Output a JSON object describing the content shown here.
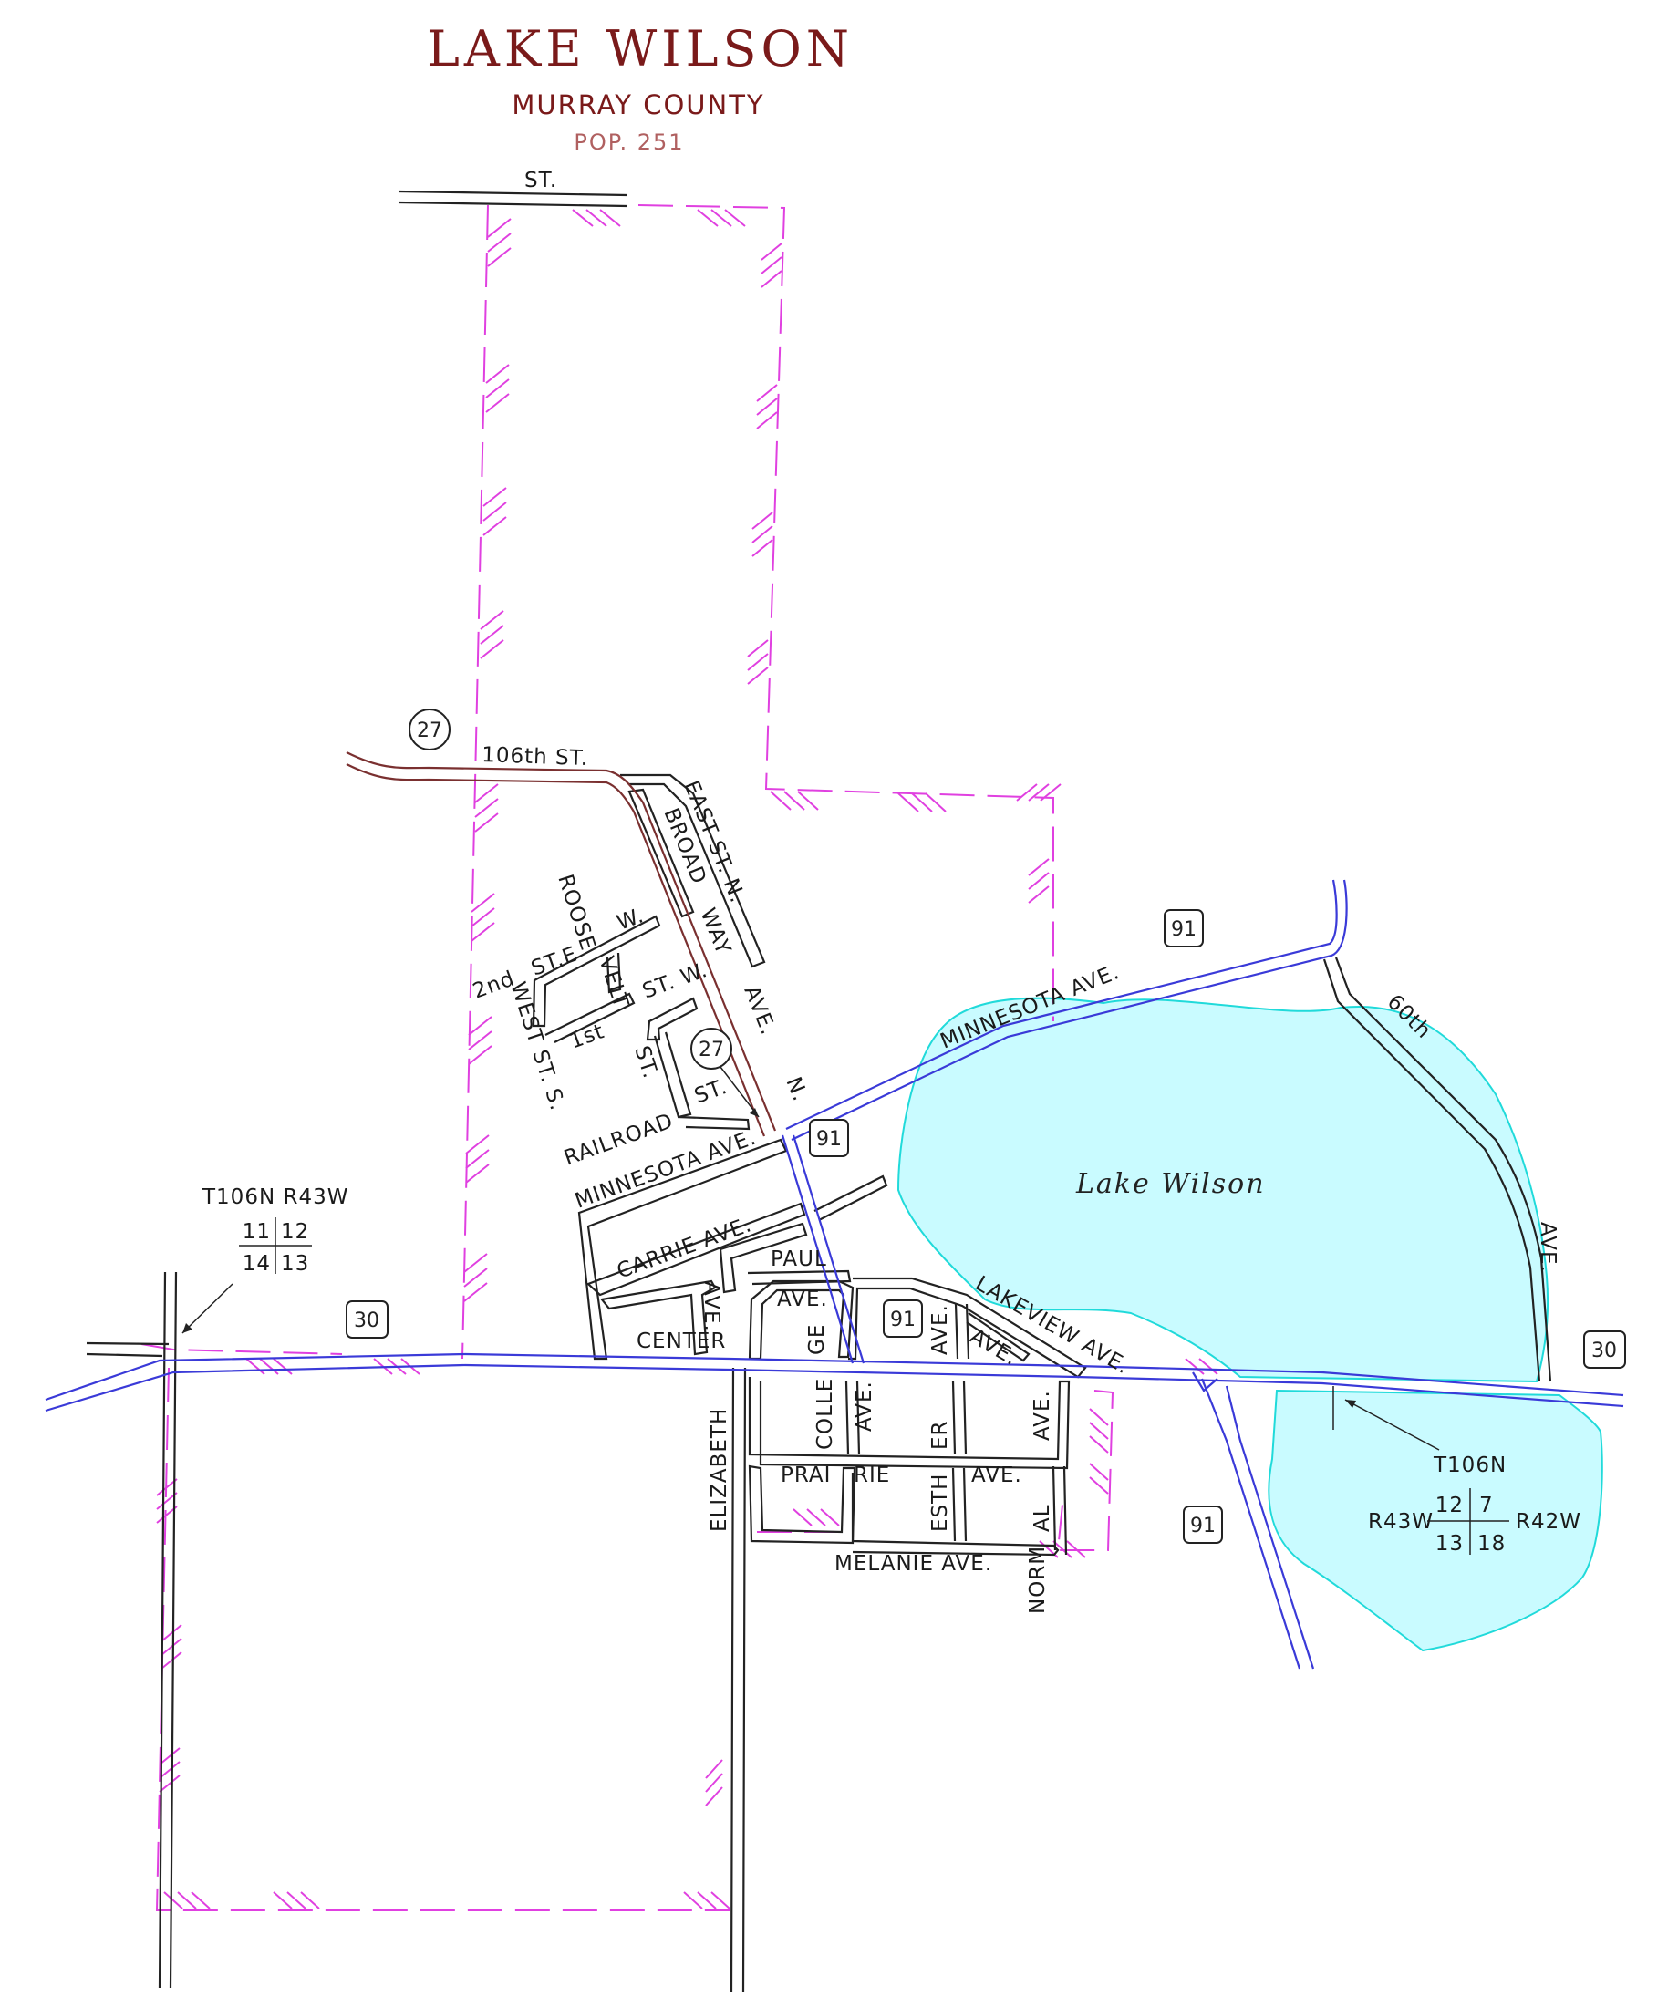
{
  "header": {
    "title": "LAKE WILSON",
    "county": "MURRAY COUNTY",
    "population": "POP. 251"
  },
  "colors": {
    "title": "#7a1a1a",
    "county": "#7a1a1a",
    "population": "#b06060",
    "local_road": "#222222",
    "state_highway": "#3a3ad8",
    "county_road": "#7a3030",
    "corporate_limit": "#e040e0",
    "water_fill": "#c9fbff",
    "water_edge": "#20dada"
  },
  "streets": {
    "st_top": "ST.",
    "st_106th": "106th ST.",
    "east_st_n": "EAST ST. N.",
    "broad": "BROAD",
    "way": "WAY",
    "roose": "ROOSE",
    "velt": "VELT",
    "w": "W.",
    "second_st": "2nd",
    "st_e": "ST.E",
    "first": "1st",
    "st_w": "ST. W.",
    "ave_n_1": "AVE.",
    "ave_n_2": "N.",
    "west_st_s": "WEST ST. S.",
    "st_rail": "ST.",
    "railroad": "RAILROAD",
    "st_27": "ST.",
    "minnesota_w": "MINNESOTA AVE.",
    "minnesota_e": "MINNESOTA AVE.",
    "carrie": "CARRIE AVE.",
    "paul": "PAUL",
    "ave_paul": "AVE.",
    "ave_e": "AVE.",
    "center": "CENTER",
    "colle_upper": "GE",
    "colle_lower": "COLLE",
    "ave_college": "AVE.",
    "ave_91": "AVE.",
    "ave_lakeview": "AVE.",
    "lakeview": "LAKEVIEW AVE.",
    "sixtieth": "60th",
    "ave_60th": "AVE.",
    "elizabeth": "ELIZABETH",
    "prairie_1": "PRAI",
    "prairie_2": "RIE",
    "esth": "ESTH",
    "er": "ER",
    "ave_er": "AVE.",
    "ave_prairie": "AVE.",
    "al": "AL",
    "norm": "NORM",
    "melanie": "MELANIE AVE."
  },
  "lake_name": "Lake Wilson",
  "shields": {
    "county_27_a": "27",
    "county_27_b": "27",
    "hwy_91_a": "91",
    "hwy_91_b": "91",
    "hwy_91_c": "91",
    "hwy_91_d": "91",
    "hwy_30_a": "30",
    "hwy_30_b": "30"
  },
  "survey_west": {
    "township": "T106N R43W",
    "s11": "11",
    "s12": "12",
    "s14": "14",
    "s13": "13"
  },
  "survey_east": {
    "township": "T106N",
    "range_w": "R43W",
    "range_e": "R42W",
    "s12": "12",
    "s7": "7",
    "s13": "13",
    "s18": "18"
  }
}
